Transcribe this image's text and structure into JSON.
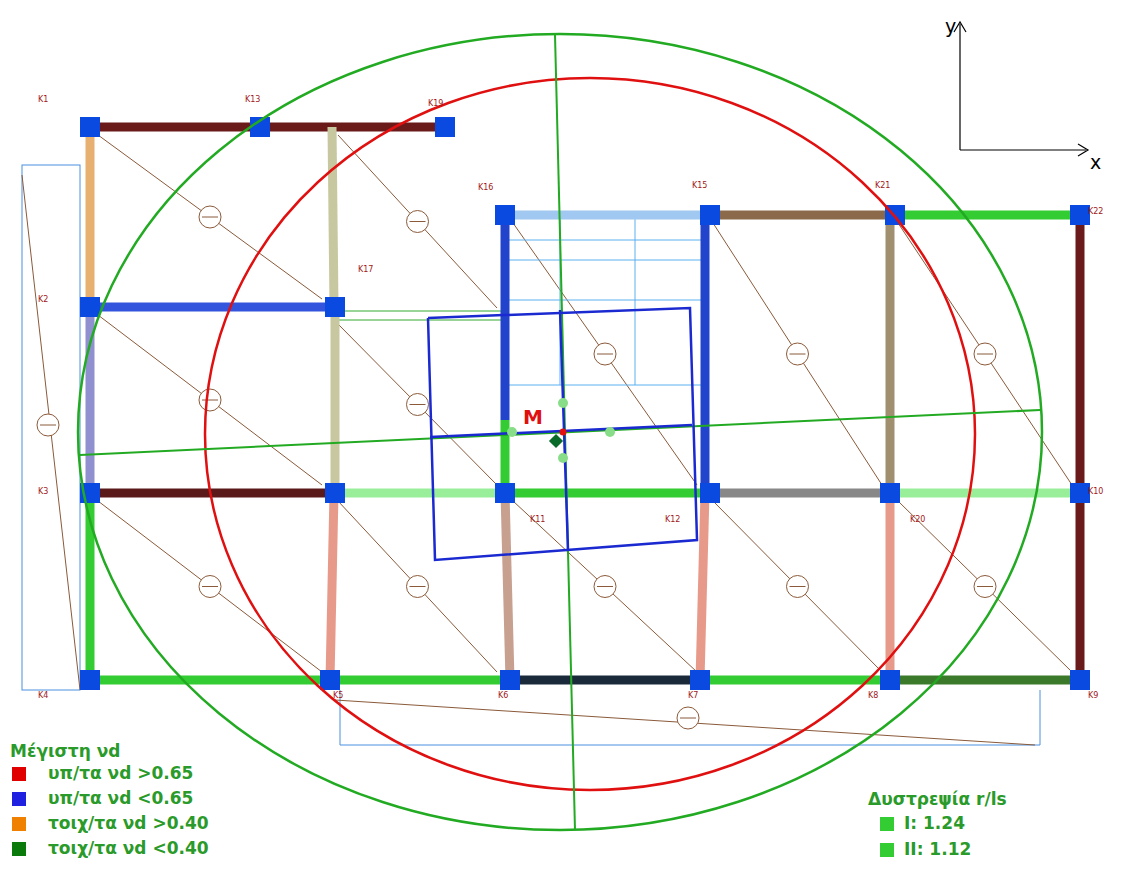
{
  "diagram": {
    "labels": [
      "y",
      "x",
      "M",
      "Μέγιστη νd",
      "Δυστρεψία r/ls",
      "K1",
      "K13",
      "K19",
      "K2",
      "K17",
      "K16",
      "K15",
      "K21",
      "K22",
      "K3",
      "K11",
      "K12",
      "K20",
      "K10",
      "K4",
      "K5",
      "K6",
      "K7",
      "K8",
      "K9"
    ],
    "legend": [
      {
        "text": "υπ/τα νd >0.65",
        "color": "#e00000"
      },
      {
        "text": "υπ/τα νd <0.65",
        "color": "#2020e0"
      },
      {
        "text": "τοιχ/τα νd >0.40",
        "color": "#f08000"
      },
      {
        "text": "τοιχ/τα νd <0.40",
        "color": "#0a7a0a"
      },
      {
        "text": "I: 1.24",
        "color": "#33cc33"
      },
      {
        "text": "II: 1.12",
        "color": "#33cc33"
      }
    ]
  }
}
